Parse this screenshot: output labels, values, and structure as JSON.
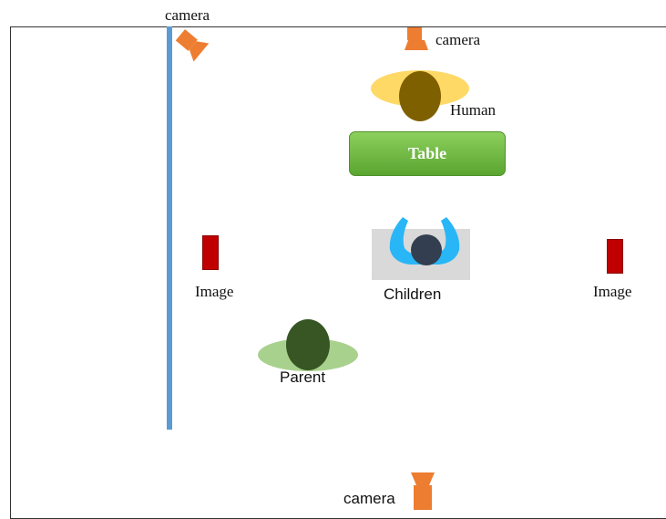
{
  "cameras": [
    {
      "id": "left",
      "label": "camera"
    },
    {
      "id": "top",
      "label": "camera"
    },
    {
      "id": "bottom",
      "label": "camera"
    }
  ],
  "human": {
    "label": "Human"
  },
  "table": {
    "label": "Table"
  },
  "images": [
    {
      "id": "left",
      "label": "Image"
    },
    {
      "id": "right",
      "label": "Image"
    }
  ],
  "children": {
    "label": "Children"
  },
  "parent": {
    "label": "Parent"
  },
  "colors": {
    "camera": "#ed7d31",
    "wall": "#5b9bd5",
    "human_oval": "#ffd966",
    "human_head": "#7f6000",
    "table": "#70ad47",
    "image": "#c00000",
    "children_arms": "#29b6f6",
    "children_head": "#333f50",
    "seat": "#d9d9d9",
    "parent_oval": "#a9d18e",
    "parent_head": "#375623"
  }
}
